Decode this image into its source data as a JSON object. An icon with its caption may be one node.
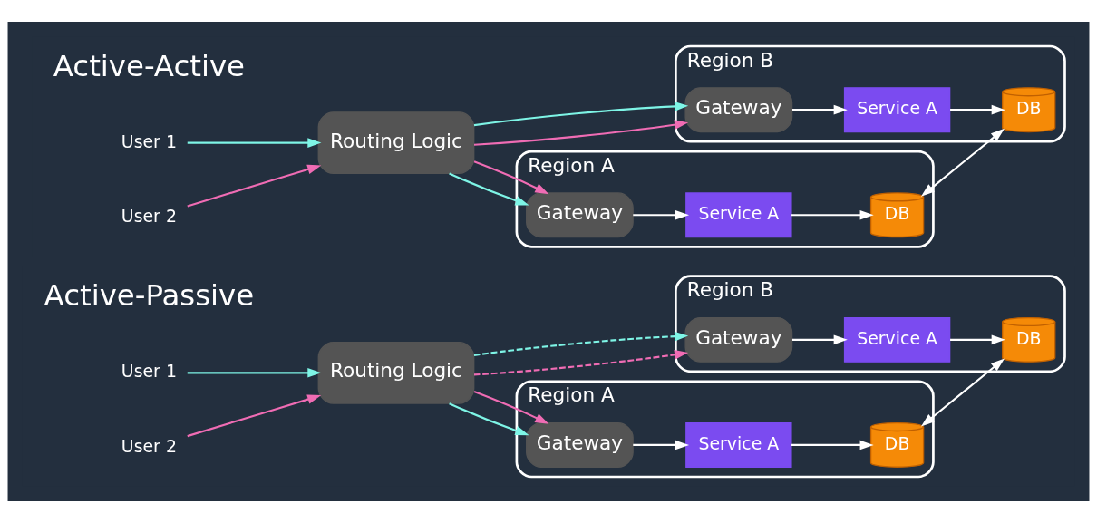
{
  "diagram": {
    "nodes": [
      {
        "text": [
          "User 1"
        ]
      },
      {
        "text": [
          "Routing Logic"
        ]
      },
      {
        "text": [
          "User 2"
        ]
      },
      {
        "text": [
          "Region A"
        ]
      },
      {
        "text": [
          "Gateway"
        ],
        "in": 3
      },
      {
        "text": [
          "Service A"
        ],
        "in": 3
      },
      {
        "text": [
          "DB"
        ],
        "in": 3
      },
      {
        "text": [
          "Region B"
        ]
      },
      {
        "text": [
          "DB"
        ],
        "in": 7
      },
      {
        "text": [
          "Gateway"
        ],
        "in": 7
      },
      {
        "text": [
          "Service A"
        ],
        "in": 7
      },
      {
        "text": [
          "User 1"
        ]
      },
      {
        "text": [
          "Routing Logic"
        ]
      },
      {
        "text": [
          "User 2"
        ]
      },
      {
        "text": [
          "Region A"
        ]
      },
      {
        "text": [
          "Gateway"
        ],
        "in": 14
      },
      {
        "text": [
          "Service A"
        ],
        "in": 14
      },
      {
        "text": [
          "DB"
        ],
        "in": 14
      },
      {
        "text": [
          "Region B"
        ]
      },
      {
        "text": [
          "DB"
        ],
        "in": 18
      },
      {
        "text": [
          "Gateway"
        ],
        "in": 18
      },
      {
        "text": [
          "Service A"
        ],
        "in": 18
      }
    ],
    "edges": [
      {
        "from": 0,
        "to": 1,
        "arrow": "to",
        "color": "#7ef5e6"
      },
      {
        "from": 2,
        "to": 1,
        "arrow": "to",
        "color": "#f06cb4"
      },
      {
        "from": 1,
        "to": 4,
        "arrow": "to",
        "color": "#7ef5e6"
      },
      {
        "from": 1,
        "to": 4,
        "arrow": "to",
        "color": "#f06cb4"
      },
      {
        "from": 1,
        "to": 9,
        "arrow": "to",
        "style": "dashed",
        "color": "#f06cb4"
      },
      {
        "from": 1,
        "to": 9,
        "arrow": "to",
        "style": "dashed",
        "color": "#7ef5e6"
      },
      {
        "from": 4,
        "to": 5,
        "arrow": "to"
      },
      {
        "from": 5,
        "to": 6,
        "arrow": "to"
      },
      {
        "from": 6,
        "to": 8,
        "arrow": "both"
      },
      {
        "from": 9,
        "to": 10,
        "arrow": "to"
      },
      {
        "from": 10,
        "to": 8,
        "arrow": "to"
      },
      {
        "from": 11,
        "to": 12,
        "arrow": "to",
        "color": "#7ef5e6"
      },
      {
        "from": 13,
        "to": 12,
        "arrow": "to",
        "color": "#f06cb4"
      },
      {
        "from": 12,
        "to": 15,
        "arrow": "to",
        "color": "#7ef5e6"
      },
      {
        "from": 12,
        "to": 15,
        "arrow": "to",
        "color": "#f06cb4"
      },
      {
        "from": 12,
        "to": 20,
        "arrow": "to",
        "color": "#f06cb4"
      },
      {
        "from": 12,
        "to": 20,
        "arrow": "to",
        "color": "#7ef5e6"
      },
      {
        "from": 15,
        "to": 16,
        "arrow": "to"
      },
      {
        "from": 16,
        "to": 17,
        "arrow": "to"
      },
      {
        "from": 17,
        "to": 19,
        "arrow": "both"
      },
      {
        "from": 20,
        "to": 21,
        "arrow": "to"
      },
      {
        "from": 21,
        "to": 19,
        "arrow": "to"
      }
    ],
    "labels": [
      "Active-Passive",
      "Active-Active"
    ]
  }
}
